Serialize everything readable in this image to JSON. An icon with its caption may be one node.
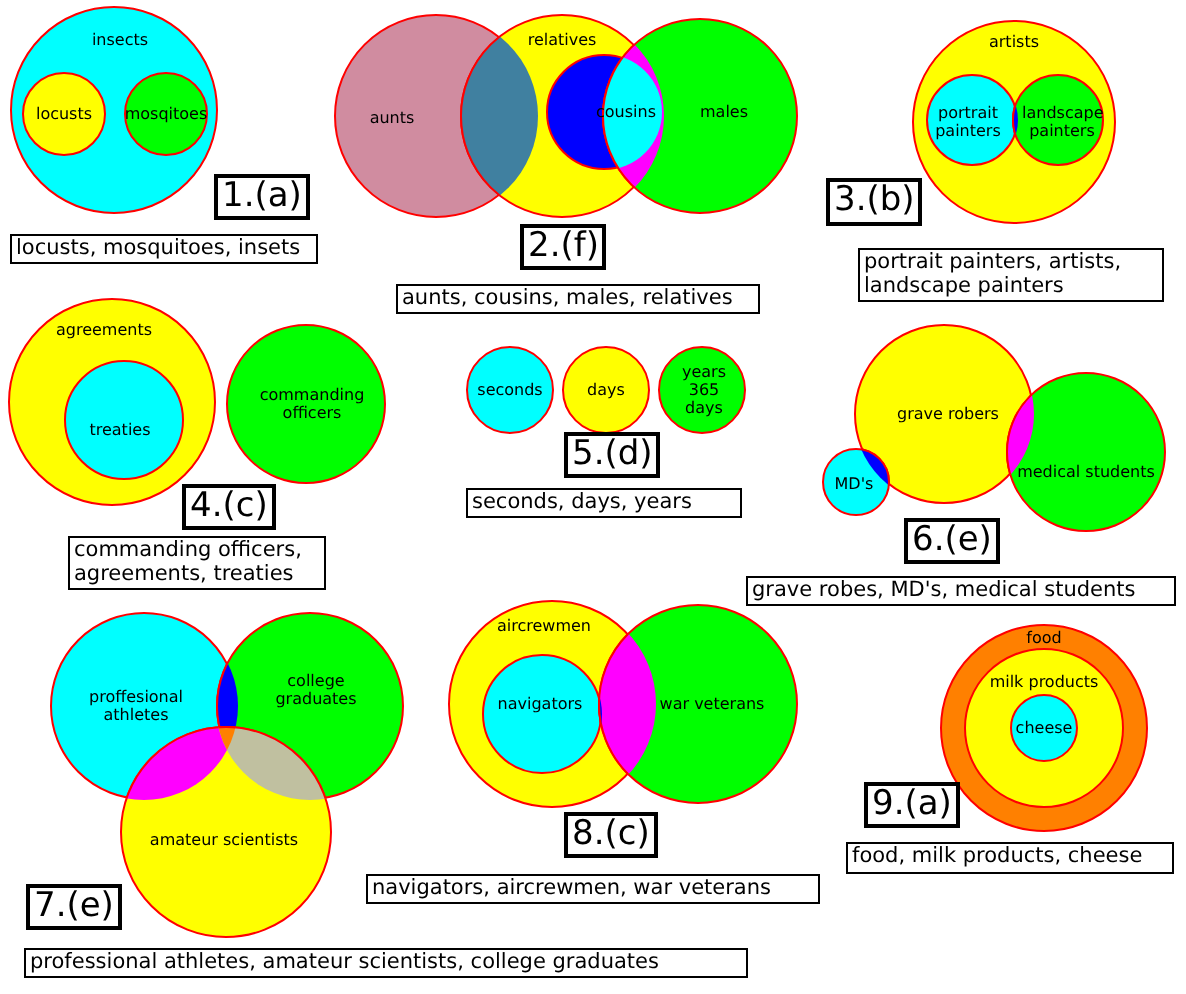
{
  "diagram": {
    "nodes": [
      {
        "text": [
          "insects"
        ]
      },
      {
        "text": [
          "locusts"
        ],
        "in": 0
      },
      {
        "text": [
          "mosqitoes"
        ],
        "in": 0
      },
      {
        "text": [
          "1.(a)"
        ]
      },
      {
        "text": [
          "locusts, mosquitoes, insets"
        ]
      },
      {
        "text": [
          "aunts"
        ]
      },
      {
        "text": [
          "relatives"
        ]
      },
      {
        "text": [
          "cousins"
        ],
        "in": 6
      },
      {
        "text": [
          "males"
        ]
      },
      {
        "text": [
          "2.(f)"
        ]
      },
      {
        "text": [
          "aunts, cousins, males, relatives"
        ]
      },
      {
        "text": [
          "artists"
        ]
      },
      {
        "text": [
          "portrait painters"
        ],
        "in": 11
      },
      {
        "text": [
          "landscape painters"
        ],
        "in": 11
      },
      {
        "text": [
          "3.(b)"
        ]
      },
      {
        "text": [
          "portrait painters, artists, landscape painters"
        ]
      },
      {
        "text": [
          "agreements"
        ]
      },
      {
        "text": [
          "treaties"
        ],
        "in": 16
      },
      {
        "text": [
          "commanding officers"
        ]
      },
      {
        "text": [
          "4.(c)"
        ]
      },
      {
        "text": [
          "commanding officers, agreements, treaties"
        ]
      },
      {
        "text": [
          "seconds"
        ]
      },
      {
        "text": [
          "days"
        ]
      },
      {
        "text": [
          "years 365 days"
        ]
      },
      {
        "text": [
          "5.(d)"
        ]
      },
      {
        "text": [
          "seconds, days, years"
        ]
      },
      {
        "text": [
          "grave robers"
        ]
      },
      {
        "text": [
          "MD's"
        ]
      },
      {
        "text": [
          "medical students"
        ]
      },
      {
        "text": [
          "6.(e)"
        ]
      },
      {
        "text": [
          "grave robes, MD's, medical students"
        ]
      },
      {
        "text": [
          "proffesional athletes"
        ]
      },
      {
        "text": [
          "college graduates"
        ]
      },
      {
        "text": [
          "amateur scientists"
        ]
      },
      {
        "text": [
          "7.(e)"
        ]
      },
      {
        "text": [
          "professional athletes, amateur scientists, college graduates"
        ]
      },
      {
        "text": [
          "aircrewmen"
        ]
      },
      {
        "text": [
          "navigators"
        ],
        "in": 36
      },
      {
        "text": [
          "war veterans"
        ]
      },
      {
        "text": [
          "8.(c)"
        ]
      },
      {
        "text": [
          "navigators, aircrewmen, war veterans"
        ]
      },
      {
        "text": [
          "food"
        ]
      },
      {
        "text": [
          "milk products"
        ],
        "in": 41
      },
      {
        "text": [
          "cheese"
        ],
        "in": 42
      },
      {
        "text": [
          "9.(a)"
        ]
      },
      {
        "text": [
          "food, milk products, cheese"
        ]
      }
    ]
  }
}
